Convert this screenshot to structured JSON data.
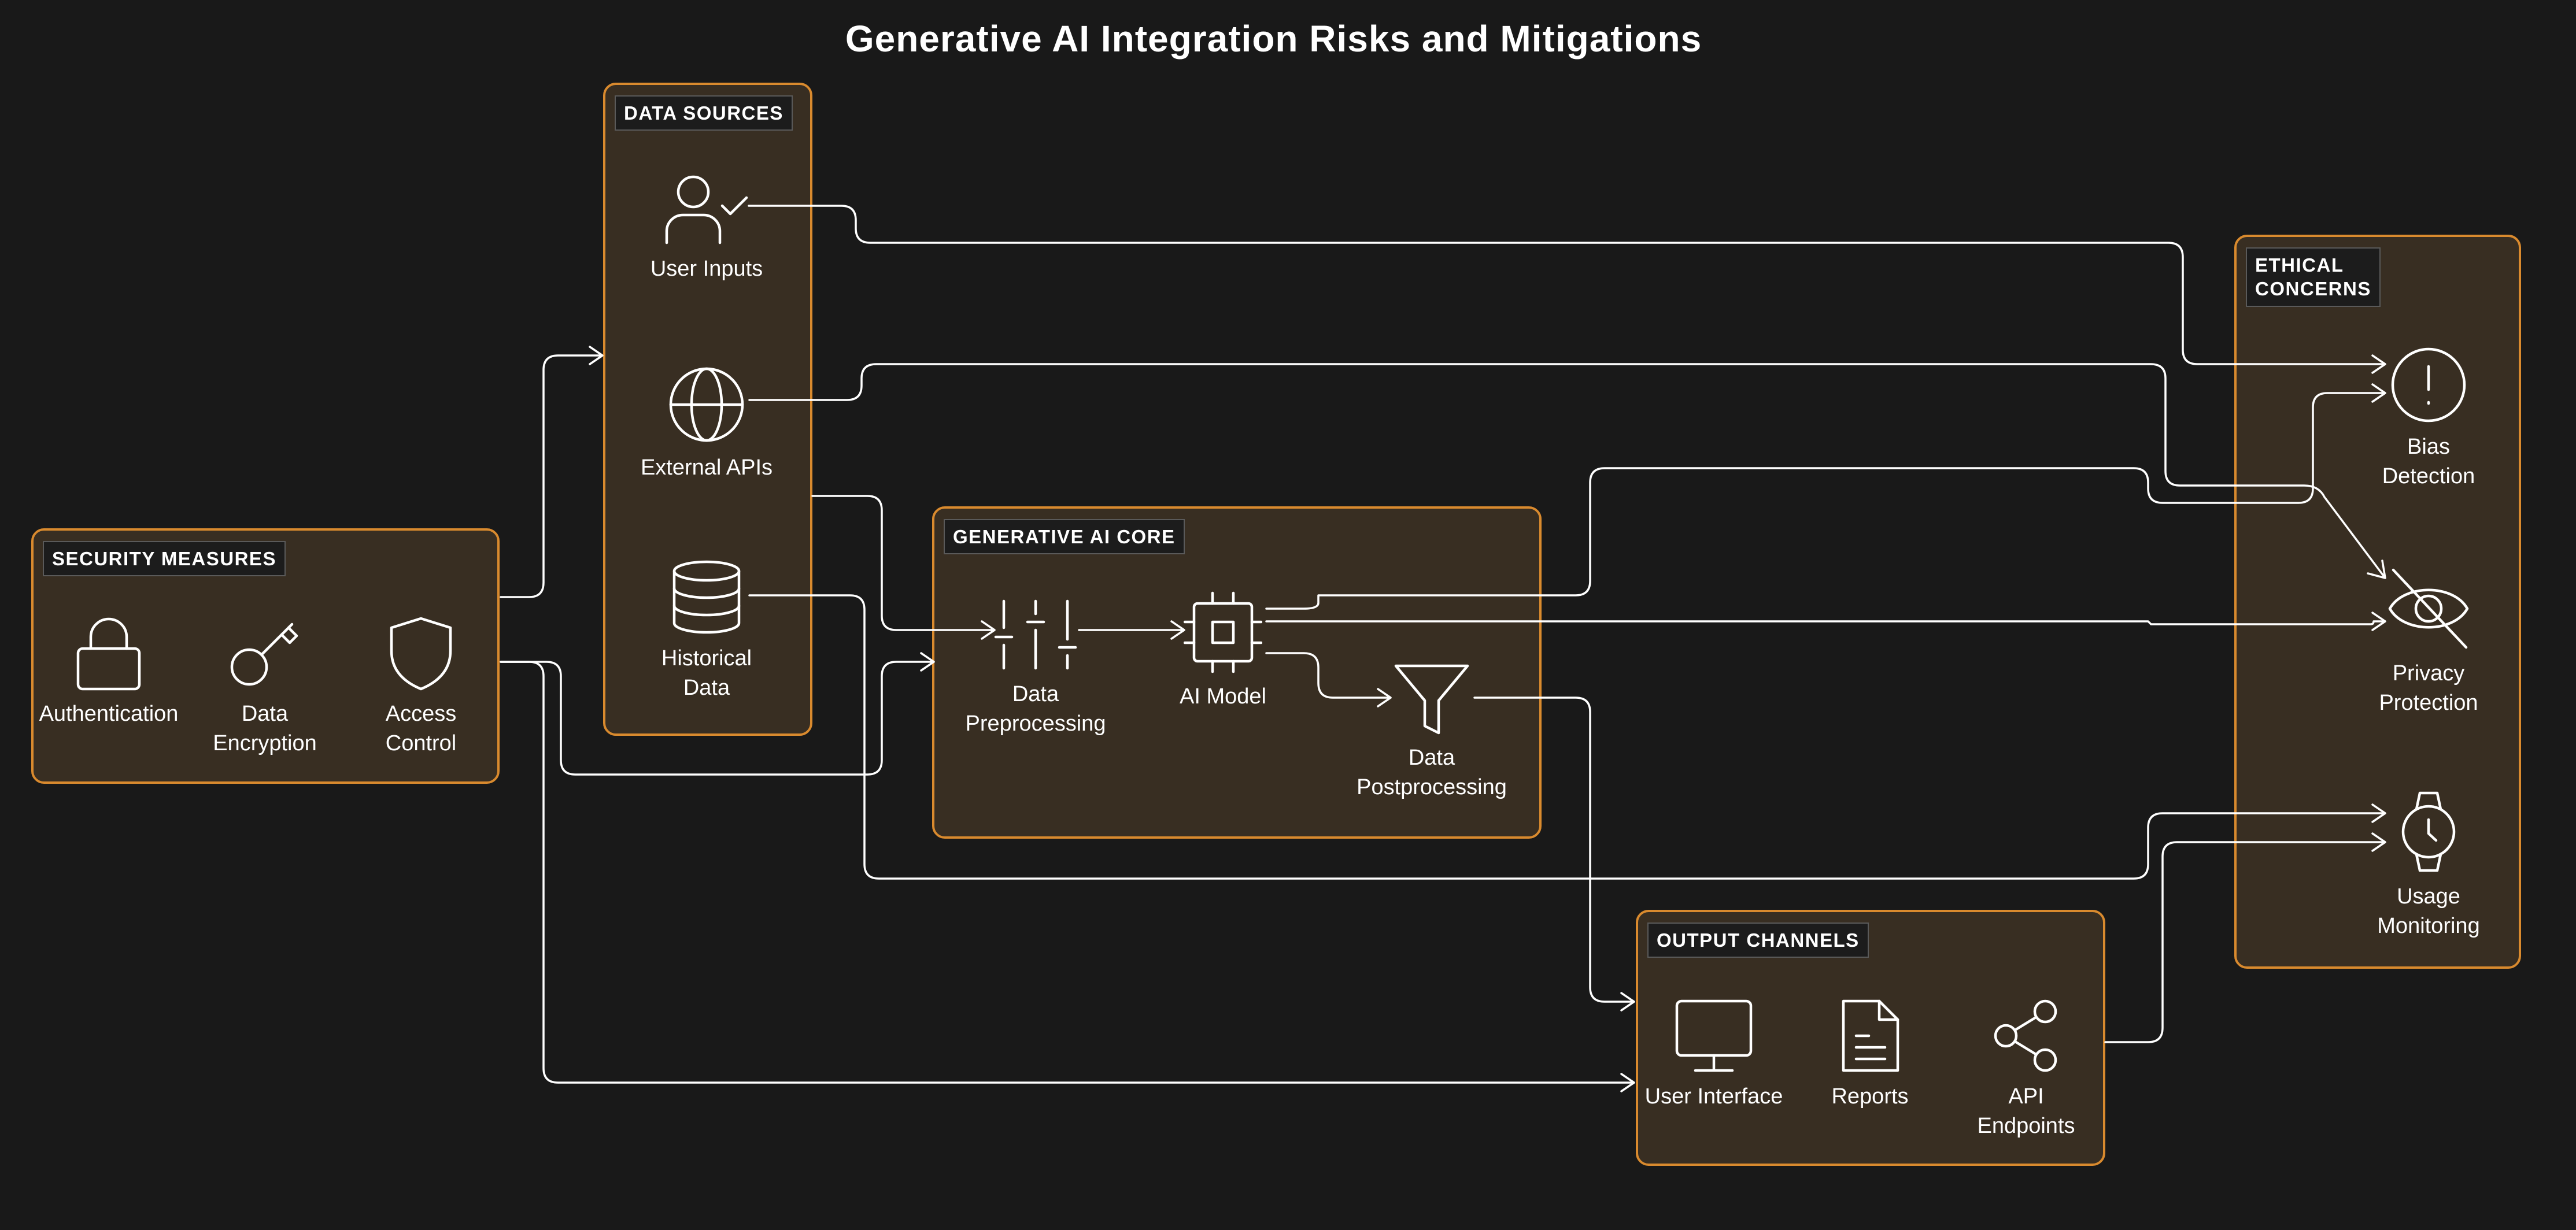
{
  "title": "Generative AI Integration Risks and Mitigations",
  "colors": {
    "background": "#191919",
    "group_fill": "#382e22",
    "group_border": "#d98a2e",
    "line": "#ffffff"
  },
  "groups": {
    "security": {
      "label": "SECURITY MEASURES",
      "items": [
        {
          "label": "Authentication",
          "icon": "lock-icon"
        },
        {
          "label": "Data\nEncryption",
          "icon": "key-icon"
        },
        {
          "label": "Access\nControl",
          "icon": "shield-icon"
        }
      ]
    },
    "sources": {
      "label": "DATA SOURCES",
      "items": [
        {
          "label": "User Inputs",
          "icon": "user-check-icon"
        },
        {
          "label": "External APIs",
          "icon": "globe-icon"
        },
        {
          "label": "Historical\nData",
          "icon": "database-icon"
        }
      ]
    },
    "core": {
      "label": "GENERATIVE AI CORE",
      "items": [
        {
          "label": "Data\nPreprocessing",
          "icon": "sliders-icon"
        },
        {
          "label": "AI Model",
          "icon": "cpu-icon"
        },
        {
          "label": "Data\nPostprocessing",
          "icon": "funnel-icon"
        }
      ]
    },
    "outputs": {
      "label": "OUTPUT CHANNELS",
      "items": [
        {
          "label": "User Interface",
          "icon": "monitor-icon"
        },
        {
          "label": "Reports",
          "icon": "document-icon"
        },
        {
          "label": "API\nEndpoints",
          "icon": "share-icon"
        }
      ]
    },
    "ethics": {
      "label": "ETHICAL\nCONCERNS",
      "items": [
        {
          "label": "Bias\nDetection",
          "icon": "alert-circle-icon"
        },
        {
          "label": "Privacy\nProtection",
          "icon": "eye-off-icon"
        },
        {
          "label": "Usage\nMonitoring",
          "icon": "watch-icon"
        }
      ]
    }
  },
  "connections": [
    {
      "from": "Access Control",
      "to": "DATA SOURCES"
    },
    {
      "from": "Access Control",
      "to": "GENERATIVE AI CORE"
    },
    {
      "from": "Access Control",
      "to": "OUTPUT CHANNELS"
    },
    {
      "from": "DATA SOURCES",
      "to": "Data Preprocessing"
    },
    {
      "from": "Data Preprocessing",
      "to": "AI Model"
    },
    {
      "from": "AI Model",
      "to": "Data Postprocessing"
    },
    {
      "from": "Data Postprocessing",
      "to": "OUTPUT CHANNELS"
    },
    {
      "from": "User Inputs",
      "to": "Bias Detection"
    },
    {
      "from": "External APIs",
      "to": "Privacy Protection"
    },
    {
      "from": "AI Model",
      "to": "Bias Detection"
    },
    {
      "from": "AI Model",
      "to": "Privacy Protection"
    },
    {
      "from": "Historical Data",
      "to": "Usage Monitoring"
    },
    {
      "from": "API Endpoints",
      "to": "Usage Monitoring"
    }
  ]
}
